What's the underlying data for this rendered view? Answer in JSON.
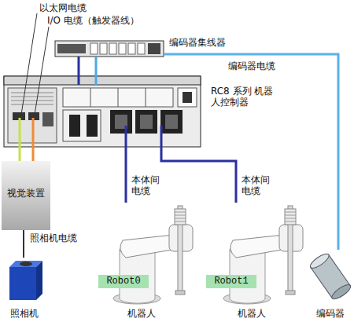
{
  "diagram": {
    "nodes": [
      {
        "text": [
          "编码器集线器"
        ]
      },
      {
        "text": [
          "RC8 系列 机器人控制器"
        ]
      },
      {
        "text": [
          "视觉装置"
        ]
      },
      {
        "text": [
          "照相机"
        ]
      },
      {
        "text": [
          "机器人"
        ]
      },
      {
        "text": [
          "Robot0"
        ],
        "in": 4
      },
      {
        "text": [
          "机器人"
        ]
      },
      {
        "text": [
          "Robot1"
        ],
        "in": 6
      },
      {
        "text": [
          "编码器"
        ]
      }
    ],
    "edges": [
      {
        "from": 1,
        "to": 2,
        "arrow": "none"
      },
      {
        "from": 1,
        "to": 2,
        "arrow": "none"
      },
      {
        "from": 2,
        "to": 3,
        "arrow": "none"
      },
      {
        "from": 0,
        "to": 1,
        "arrow": "none"
      },
      {
        "from": 0,
        "to": 1,
        "arrow": "none"
      },
      {
        "from": 0,
        "to": 8,
        "arrow": "none"
      },
      {
        "from": 1,
        "to": 4,
        "arrow": "none"
      },
      {
        "from": 1,
        "to": 6,
        "arrow": "none"
      }
    ],
    "labels": [
      "以太网电缆",
      "I/O 电缆（触发器线）",
      "编码器电缆",
      "照相机电缆",
      "本体间 电缆",
      "本体间 电缆"
    ]
  }
}
